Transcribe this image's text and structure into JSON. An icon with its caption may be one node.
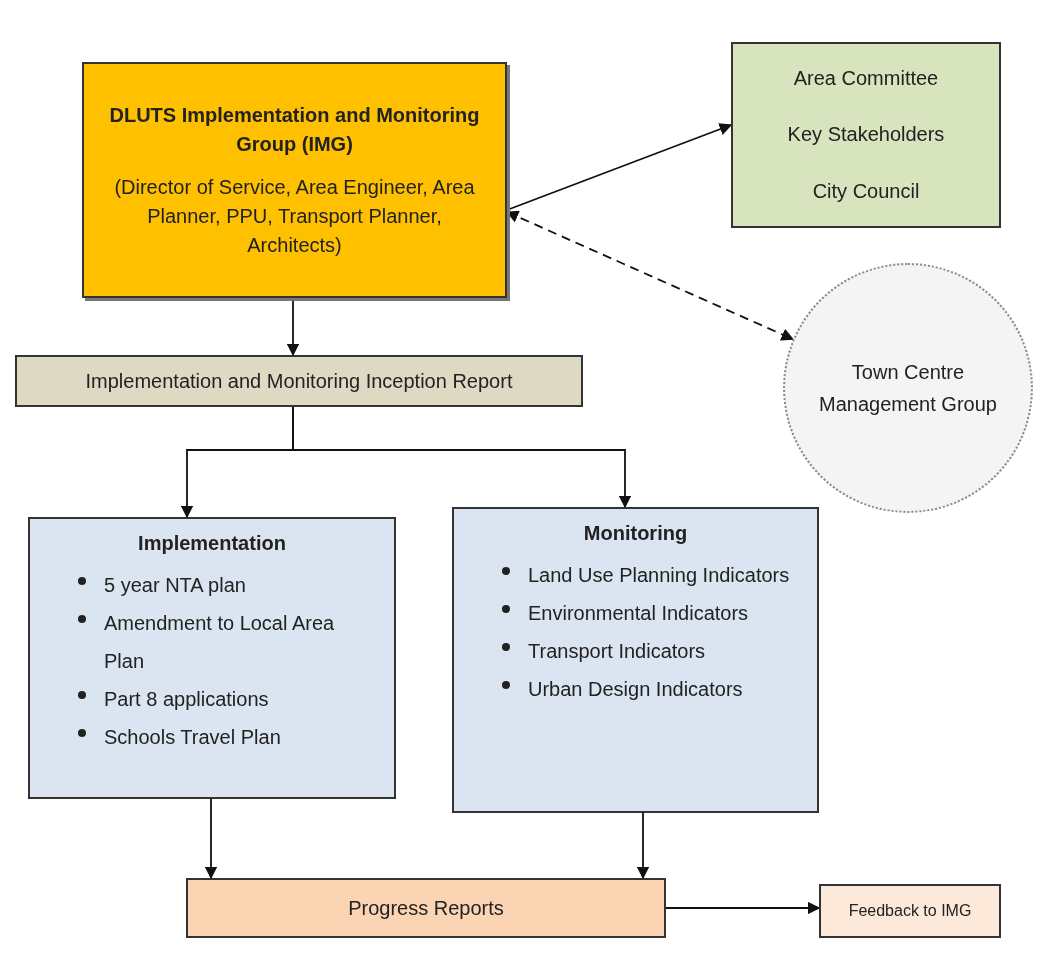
{
  "diagram": {
    "nodes": [
      {
        "text": [
          "DLUTS Implementation and Monitoring Group (IMG)",
          "(Director of Service, Area Engineer, Area Planner, PPU, Transport Planner, Architects)"
        ]
      },
      {
        "text": [
          "Area Committee",
          "Key Stakeholders",
          "City Council"
        ]
      },
      {
        "text": [
          "Town Centre Management Group"
        ]
      },
      {
        "text": [
          "Implementation and Monitoring Inception Report"
        ]
      },
      {
        "text": [
          "Implementation",
          "5 year NTA plan",
          "Amendment to Local Area Plan",
          "Part 8 applications",
          "Schools Travel Plan"
        ]
      },
      {
        "text": [
          "Monitoring",
          "Land Use Planning Indicators",
          "Environmental Indicators",
          "Transport Indicators",
          "Urban Design Indicators"
        ]
      },
      {
        "text": [
          "Progress Reports"
        ]
      },
      {
        "text": [
          "Feedback to IMG"
        ]
      }
    ],
    "edges": [
      {
        "from": 0,
        "to": 1,
        "arrow": "to"
      },
      {
        "from": 0,
        "to": 2,
        "arrow": "both",
        "style": "dashed"
      },
      {
        "from": 0,
        "to": 3,
        "arrow": "to"
      },
      {
        "from": 3,
        "to": 4,
        "arrow": "to"
      },
      {
        "from": 3,
        "to": 5,
        "arrow": "to"
      },
      {
        "from": 4,
        "to": 6,
        "arrow": "to"
      },
      {
        "from": 5,
        "to": 6,
        "arrow": "to"
      },
      {
        "from": 6,
        "to": 7,
        "arrow": "to"
      }
    ]
  }
}
